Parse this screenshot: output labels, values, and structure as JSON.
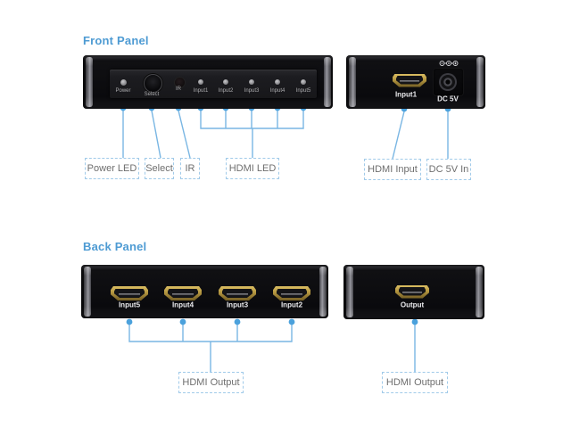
{
  "front": {
    "heading": "Front Panel",
    "controls": [
      {
        "name": "power",
        "type": "led",
        "label": "Power"
      },
      {
        "name": "select",
        "type": "button",
        "label": "Select"
      },
      {
        "name": "ir",
        "type": "sensor",
        "label": "IR"
      },
      {
        "name": "input1",
        "type": "led",
        "label": "Input1"
      },
      {
        "name": "input2",
        "type": "led",
        "label": "Input2"
      },
      {
        "name": "input3",
        "type": "led",
        "label": "Input3"
      },
      {
        "name": "input4",
        "type": "led",
        "label": "Input4"
      },
      {
        "name": "input5",
        "type": "led",
        "label": "Input5"
      }
    ],
    "callouts": {
      "power": "Power LED",
      "select": "Select",
      "ir": "IR",
      "hdmi_led": "HDMI LED"
    }
  },
  "front_side": {
    "port_label": "Input1",
    "dc_label": "DC 5V",
    "callouts": {
      "hdmi_input": "HDMI Input",
      "dc_in": "DC 5V In"
    }
  },
  "back": {
    "heading": "Back Panel",
    "ports": [
      {
        "label": "Input5"
      },
      {
        "label": "Input4"
      },
      {
        "label": "Input3"
      },
      {
        "label": "Input2"
      }
    ],
    "callout": "HDMI Output"
  },
  "back_side": {
    "port_label": "Output",
    "callout": "HDMI Output"
  },
  "icons": {
    "polarity": "dc-polarity-center-positive-icon"
  },
  "colors": {
    "heading_blue": "#4e9bd3",
    "callout_line": "#79b6e3",
    "callout_dot": "#4ba1dc",
    "callout_border": "#a0cae9",
    "callout_text": "#6e6e6e",
    "hdmi_gold": "#b3953f"
  }
}
